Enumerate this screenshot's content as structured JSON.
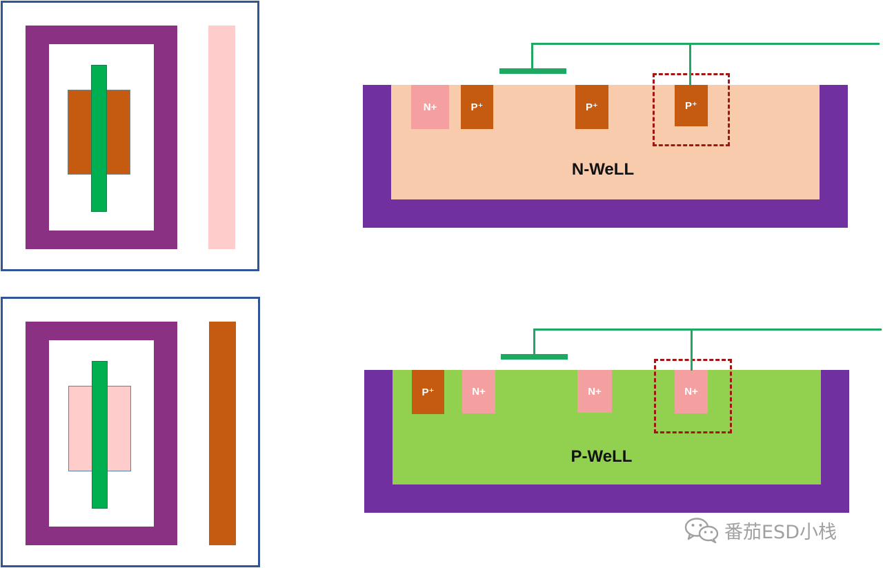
{
  "colors": {
    "panel_border": "#2f5597",
    "guard_ring": "#8b3183",
    "n_plus": "#f4a0a0",
    "n_plus_light": "#ffcccc",
    "p_plus": "#c55a11",
    "gate": "#00b050",
    "deep_well": "#7030a0",
    "n_well": "#f8cbad",
    "p_well": "#92d050",
    "wire": "#1ea862",
    "highlight_box": "#a31515"
  },
  "top_section": {
    "cross_section": {
      "well_label": "N-WeLL",
      "diffusions": [
        {
          "type": "n",
          "label": "N+"
        },
        {
          "type": "p",
          "label": "P⁺"
        },
        {
          "type": "p",
          "label": "P⁺"
        },
        {
          "type": "p",
          "label": "P⁺"
        }
      ]
    }
  },
  "bottom_section": {
    "cross_section": {
      "well_label": "P-WeLL",
      "diffusions": [
        {
          "type": "p",
          "label": "P⁺"
        },
        {
          "type": "n",
          "label": "N+"
        },
        {
          "type": "n",
          "label": "N+"
        },
        {
          "type": "n",
          "label": "N+"
        }
      ]
    }
  },
  "watermark": {
    "icon": "wechat-icon",
    "text": "番茄ESD小栈"
  }
}
